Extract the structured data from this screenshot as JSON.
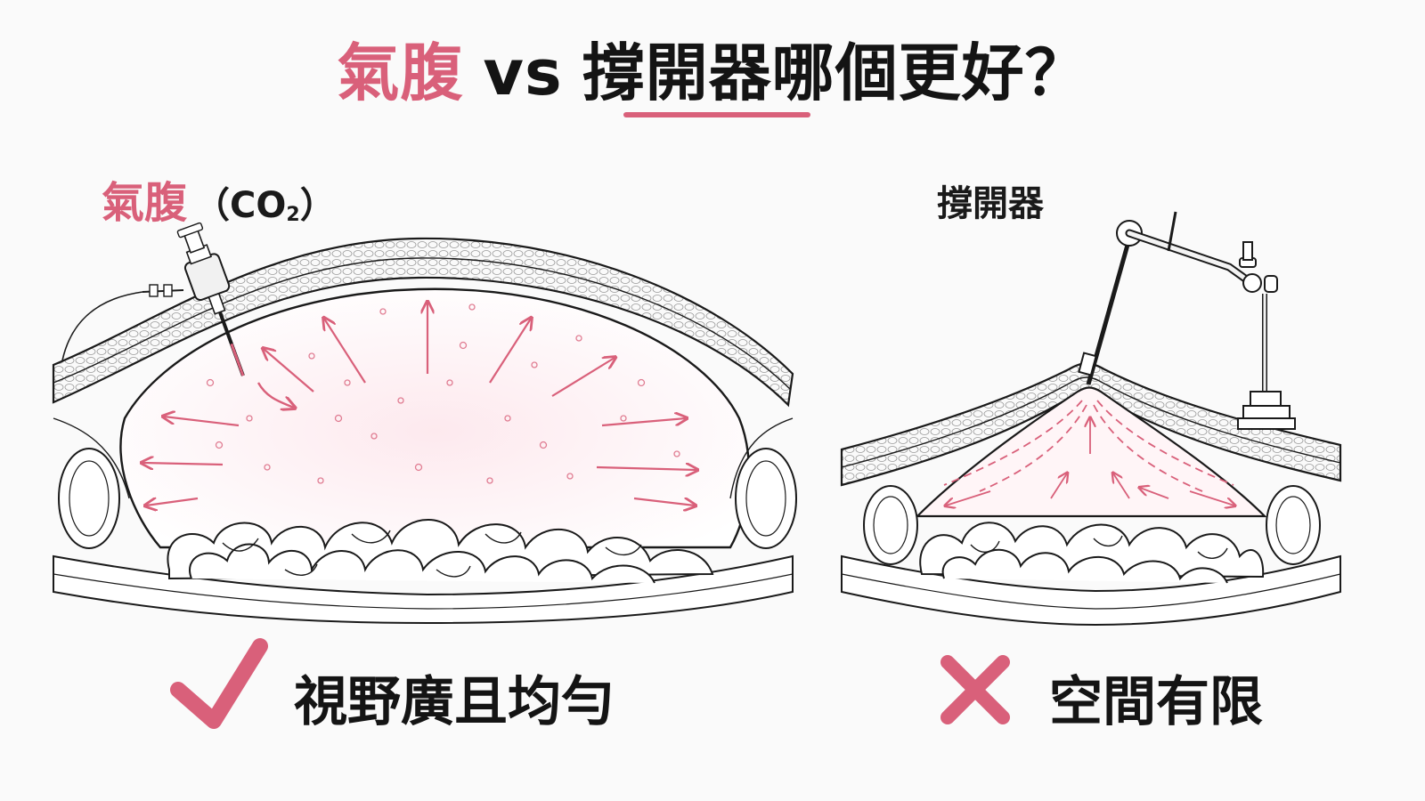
{
  "title": {
    "part1": "氣腹",
    "part2": "vs",
    "part3": "撐開器哪個更好？"
  },
  "left_panel": {
    "label_main": "氣腹",
    "label_paren_open": "（CO",
    "label_sub": "2",
    "label_paren_close": "）",
    "verdict_icon": "check-icon",
    "verdict_text": "視野廣且均勻"
  },
  "right_panel": {
    "label": "撐開器",
    "verdict_icon": "cross-icon",
    "verdict_text": "空間有限"
  },
  "colors": {
    "accent": "#d9607a",
    "ink": "#1a1a1a",
    "background": "#fafafa"
  }
}
